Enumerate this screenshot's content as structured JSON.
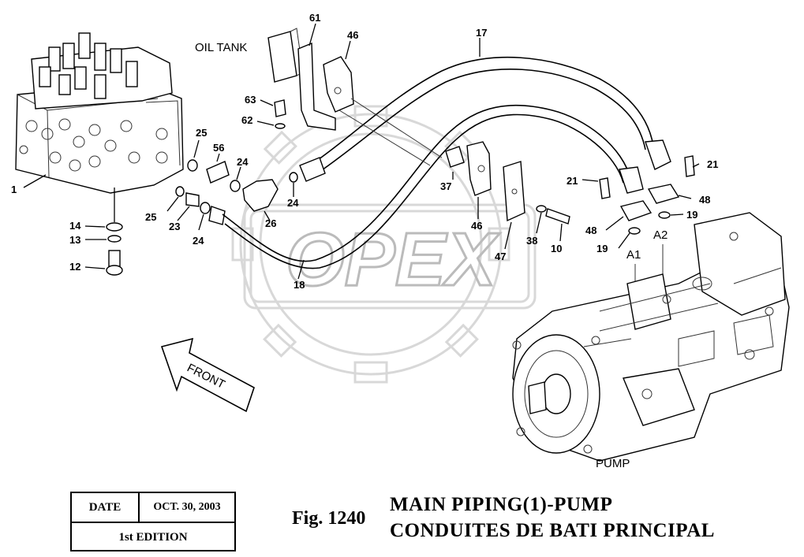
{
  "drawing": {
    "labels": {
      "oil_tank": "OIL TANK",
      "pump": "PUMP",
      "front": "FRONT",
      "watermark": "OPEX",
      "port_a1": "A1",
      "port_a2": "A2"
    },
    "callouts": {
      "c1": "1",
      "c12": "12",
      "c13": "13",
      "c14": "14",
      "c25a": "25",
      "c25b": "25",
      "c56": "56",
      "c24a": "24",
      "c24b": "24",
      "c24c": "24",
      "c23": "23",
      "c26": "26",
      "c18": "18",
      "c61": "61",
      "c46a": "46",
      "c46b": "46",
      "c63": "63",
      "c62": "62",
      "c17": "17",
      "c37": "37",
      "c47": "47",
      "c38": "38",
      "c10": "10",
      "c21a": "21",
      "c21b": "21",
      "c48a": "48",
      "c48b": "48",
      "c19a": "19",
      "c19b": "19"
    }
  },
  "info_box": {
    "date_label": "DATE",
    "date_value": "OCT. 30, 2003",
    "edition": "1st EDITION"
  },
  "caption": {
    "figure": "Fig. 1240",
    "title_en": "MAIN PIPING(1)-PUMP",
    "title_fr": "CONDUITES DE BATI PRINCIPAL"
  }
}
